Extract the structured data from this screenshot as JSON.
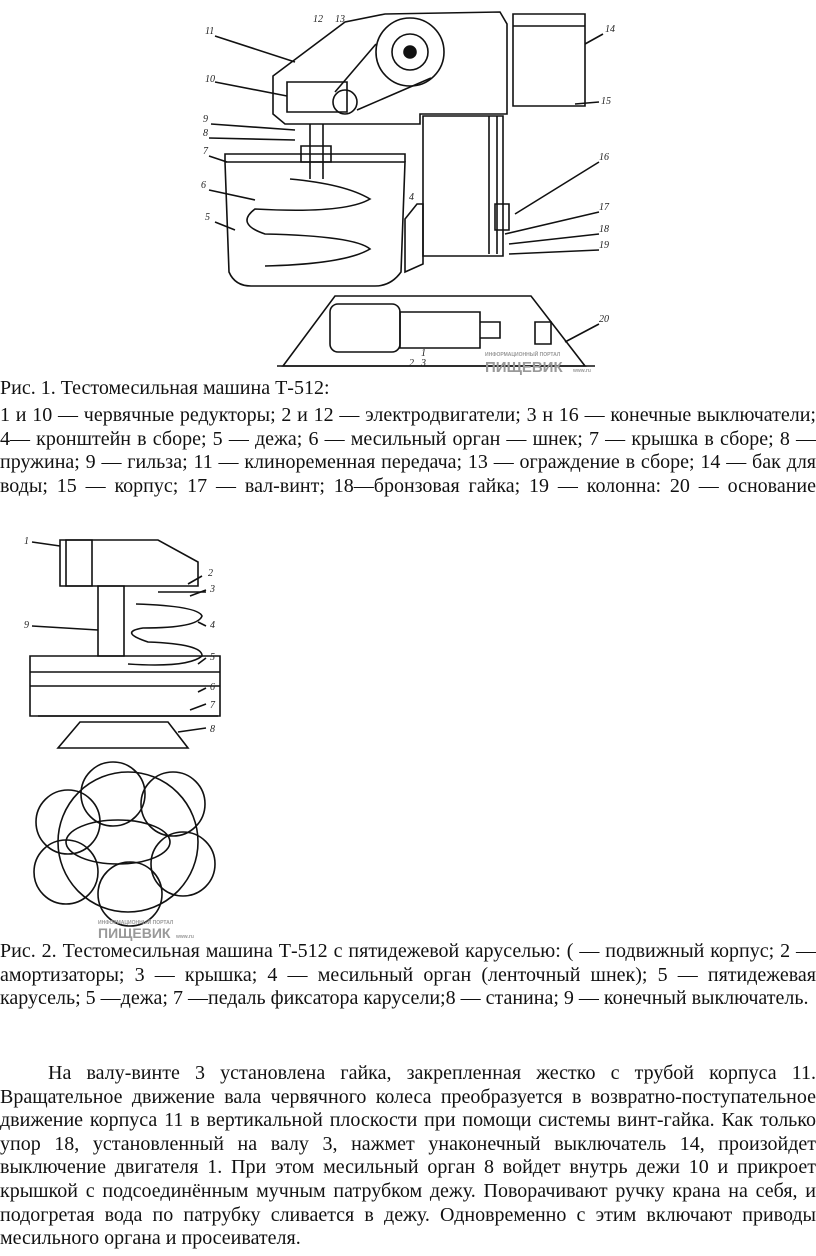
{
  "figure1": {
    "callouts": [
      "1",
      "2",
      "3",
      "4",
      "5",
      "6",
      "7",
      "8",
      "9",
      "10",
      "11",
      "12",
      "13",
      "14",
      "15",
      "16",
      "17",
      "18",
      "19",
      "20"
    ],
    "watermark": {
      "small": "ИНФОРМАЦИОННЫЙ ПОРТАЛ",
      "big": "ПИЩЕВИК",
      "site": "www.ru"
    }
  },
  "caption1": {
    "title": "Рис. 1. Тестомесильная машина Т-512:",
    "text": "1 и 10 — червячные редукторы; 2 и 12 — электродвигатели; 3 н 16 — конечные выключатели; 4— кронштейн в сборе; 5 — дежа; 6 — месильный орган — шнек; 7 — крышка в сборе; 8 — пружина; 9 — гильза; 11 — клиноременная передача; 13 — ограждение в сборе; 14 — бак для воды; 15 — корпус; 17 — вал-винт; 18—бронзовая гайка; 19 — колонна: 20 — основание"
  },
  "figure2": {
    "callouts": [
      "1",
      "2",
      "3",
      "4",
      "5",
      "6",
      "7",
      "8",
      "9"
    ],
    "watermark": {
      "small": "ИНФОРМАЦИОННЫЙ ПОРТАЛ",
      "big": "ПИЩЕВИК",
      "site": "www.ru"
    }
  },
  "caption2": {
    "text": "Рис. 2. Тестомесильная машина Т-512 с пятидежевой каруселью: ( — подвижный корпус; 2 — амортизаторы; 3 — крышка; 4 — месильный орган (ленточный шнек); 5 — пятидежевая карусель; 5 —дежа; 7 —педаль фиксатора карусели;8 — станина; 9 — конечный выключатель."
  },
  "body": {
    "paragraph": "На валу-винте 3 установлена гайка, закрепленная жестко с трубой корпуса 11. Вращательное движение вала червячного колеса преобразуется в возвратно-поступательное движение корпуса 11 в вертикальной плоскости при помощи системы винт-гайка. Как только упор 18, установленный на валу 3, нажмет унаконечный выключатель 14, произойдет выключение двигателя 1. При этом месильный орган 8 войдет внутрь дежи 10 и прикроет крышкой с подсоединённым мучным патрубком дежу. Поворачивают ручку крана на себя, и подогретая вода по патрубку сливается в дежу. Одновременно с этим включают приводы месильного органа и просеивателя."
  }
}
